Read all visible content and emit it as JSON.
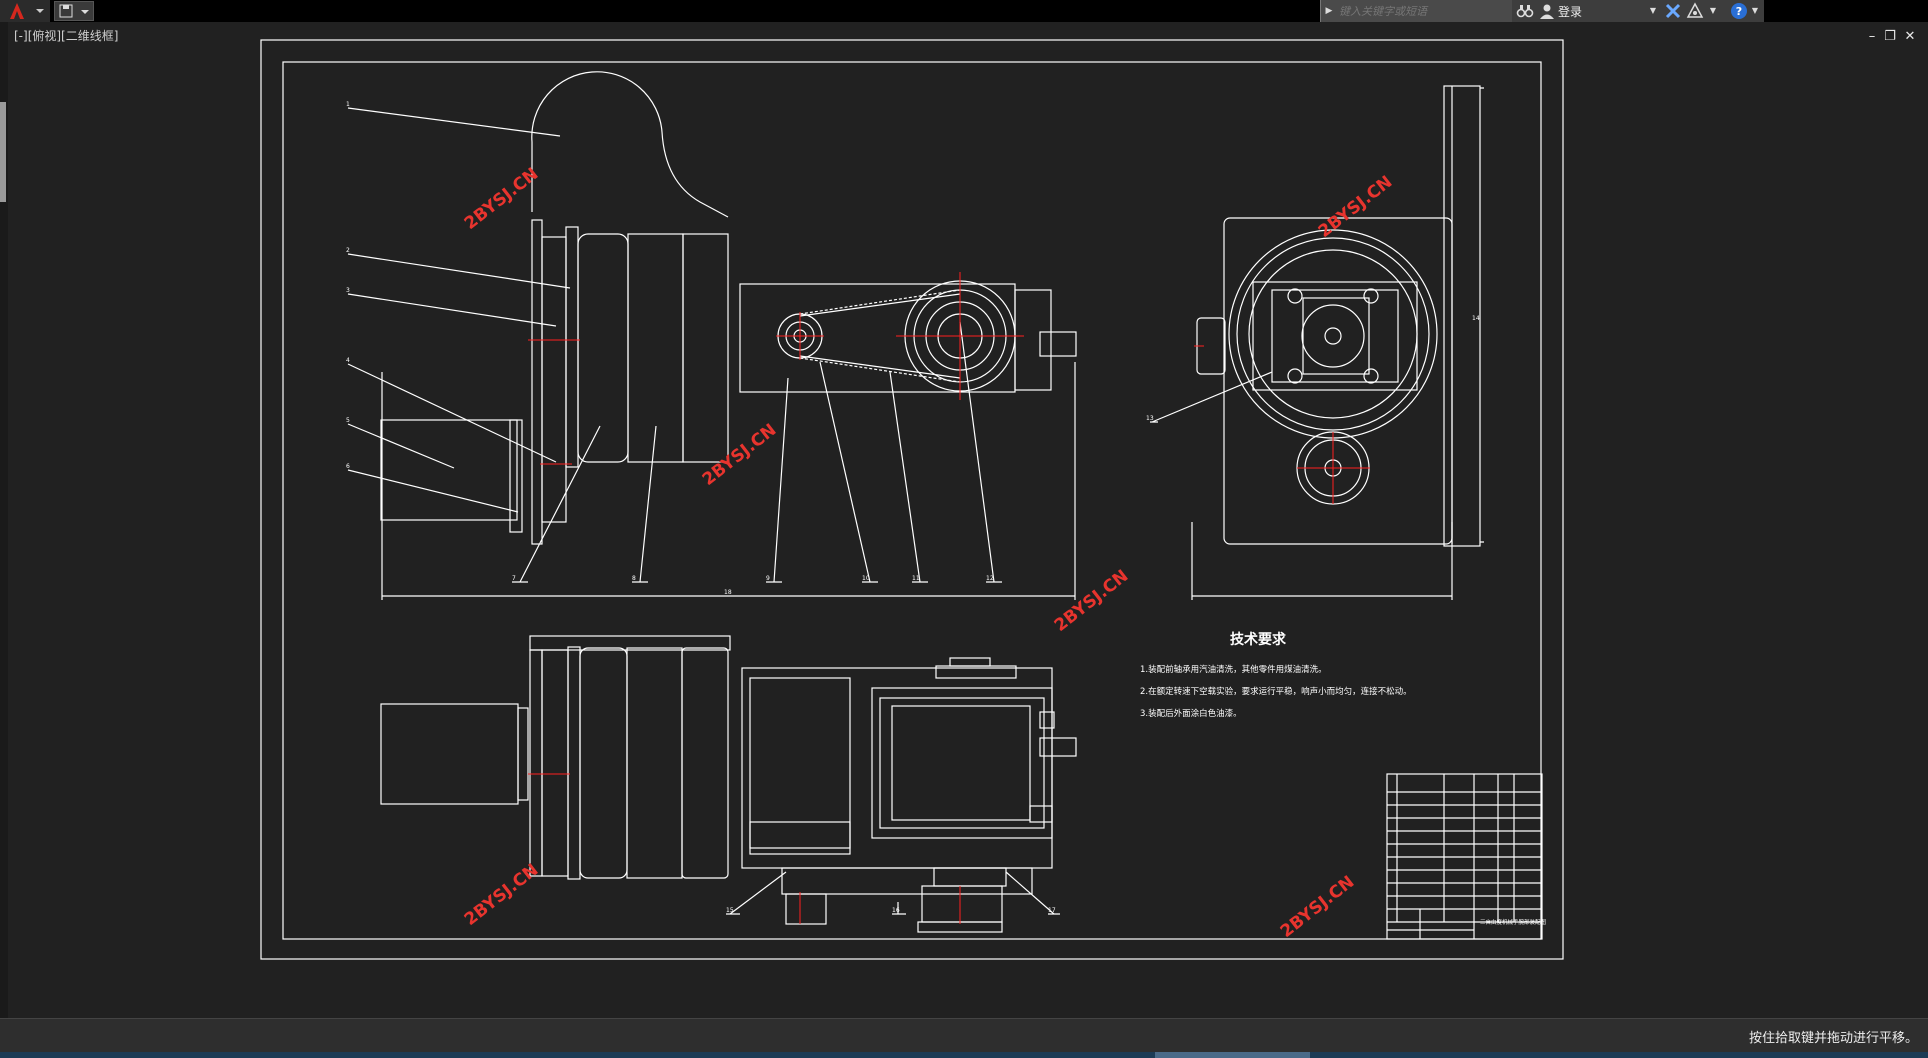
{
  "toolbar": {
    "app_menu_icon": "autocad-logo-icon",
    "search_placeholder": "键入关键字或短语",
    "login_label": "登录",
    "search_icon": "binoculars-icon",
    "user_icon": "user-icon",
    "exchange_icon": "x-exchange-icon",
    "a360_icon": "a360-icon",
    "help_icon": "help-icon"
  },
  "viewport": {
    "label": "[-][俯视][二维线框]"
  },
  "window_controls": {
    "minimize": "–",
    "restore": "❐",
    "close": "✕"
  },
  "drawing": {
    "watermark": "2BYSJ.CN",
    "tech_title": "技术要求",
    "tech_notes": [
      "1.装配前轴承用汽油清洗，其他零件用煤油清洗。",
      "2.在额定转速下空载实验，要求运行平稳，响声小而均匀，连接不松动。",
      "3.装配后外面涂白色油漆。"
    ],
    "part_labels": [
      "1",
      "2",
      "3",
      "4",
      "5",
      "6",
      "7",
      "8",
      "9",
      "10",
      "11",
      "12",
      "13",
      "14",
      "15",
      "16",
      "17",
      "18"
    ],
    "title_block_name": "三自由度机械手腕部装配图"
  },
  "status": {
    "message": "按住拾取键并拖动进行平移。"
  },
  "colors": {
    "background": "#212121",
    "lines": "#ffffff",
    "center_lines": "#ff2020",
    "watermark": "#e8342e"
  }
}
